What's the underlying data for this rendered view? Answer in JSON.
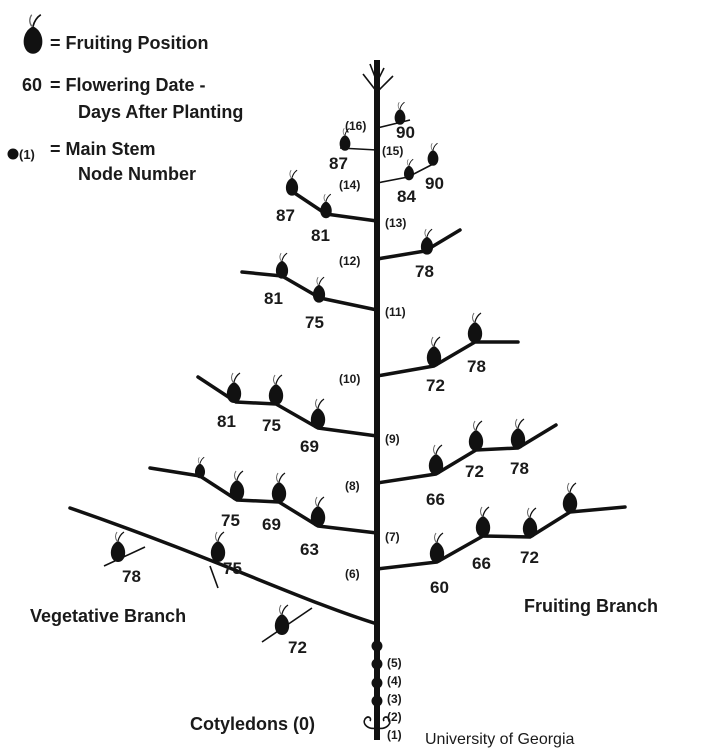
{
  "legend": {
    "fruit_label": "= Fruiting Position",
    "flower_key": "60",
    "flower_label_1": "= Flowering Date -",
    "flower_label_2": "Days After Planting",
    "node_key": "(1)",
    "node_label_1": "= Main Stem",
    "node_label_2": "Node Number"
  },
  "labels": {
    "vegetative": "Vegetative Branch",
    "fruiting": "Fruiting Branch",
    "cotyledons": "Cotyledons (0)",
    "credit": "University of Georgia"
  },
  "nodes": [
    "(1)",
    "(2)",
    "(3)",
    "(4)",
    "(5)",
    "(6)",
    "(7)",
    "(8)",
    "(9)",
    "(10)",
    "(11)",
    "(12)",
    "(13)",
    "(14)",
    "(15)",
    "(16)"
  ],
  "dates": {
    "n16": [
      "90"
    ],
    "n15": [
      "87"
    ],
    "n14": [
      "84",
      "90"
    ],
    "n13": [
      "87",
      "81"
    ],
    "n12": [
      "78"
    ],
    "n11": [
      "81",
      "75"
    ],
    "n10": [
      "72",
      "78"
    ],
    "n9": [
      "81",
      "75",
      "69"
    ],
    "n8": [
      "66",
      "72",
      "78"
    ],
    "n7": [
      "75",
      "69",
      "63"
    ],
    "n6": [
      "60",
      "66",
      "72"
    ],
    "vegetative": [
      "78",
      "75",
      "72"
    ]
  },
  "colors": {
    "ink": "#111111",
    "background": "#ffffff"
  },
  "icons": {
    "fruit": "cotton-boll-icon",
    "node": "node-dot-icon"
  }
}
